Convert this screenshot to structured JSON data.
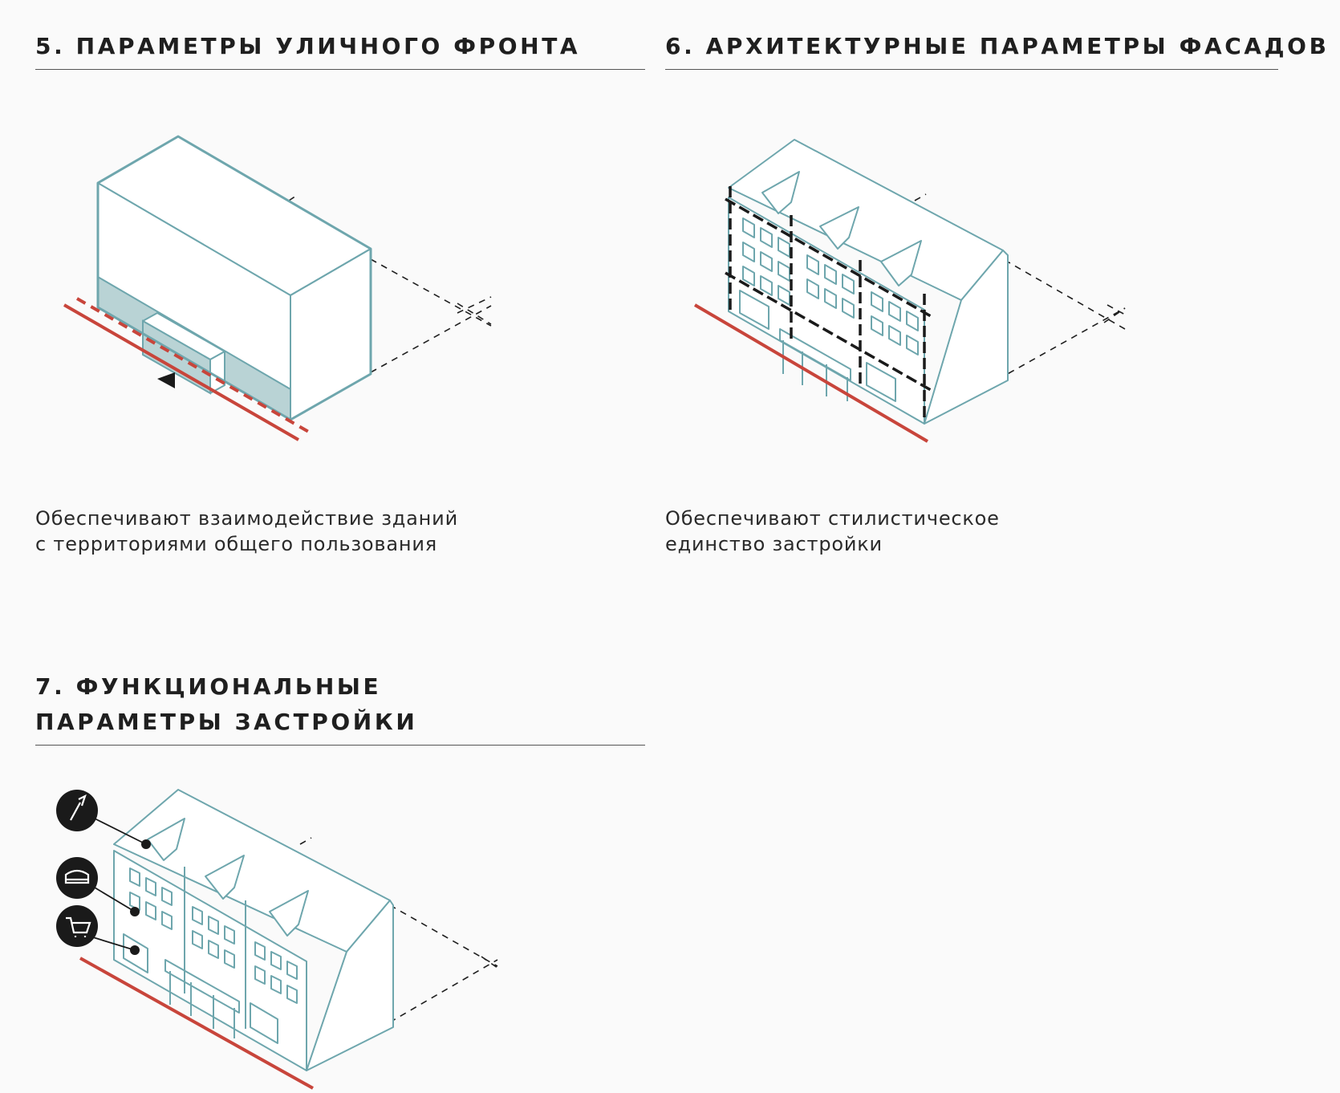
{
  "sections": [
    {
      "number": "5.",
      "title": "ПАРАМЕТРЫ УЛИЧНОГО ФРОНТА",
      "description": [
        "Обеспечивают взаимодействие зданий",
        "с территориями общего пользования"
      ]
    },
    {
      "number": "6.",
      "title": "АРХИТЕКТУРНЫЕ ПАРАМЕТРЫ ФАСАДОВ",
      "description": [
        "Обеспечивают стилистическое",
        "единство застройки"
      ]
    },
    {
      "number": "7.",
      "title_lines": [
        "ФУНКЦИОНАЛЬНЫЕ",
        "ПАРАМЕТРЫ ЗАСТРОЙКИ"
      ]
    }
  ],
  "function_icons": [
    "brush-icon",
    "bed-icon",
    "cart-icon"
  ],
  "colors": {
    "building_outline": "#6ea6ad",
    "ground_floor_fill": "#b9d3d5",
    "street_line": "#c8453b",
    "text": "#1f1f1f",
    "background": "#fafafa"
  }
}
